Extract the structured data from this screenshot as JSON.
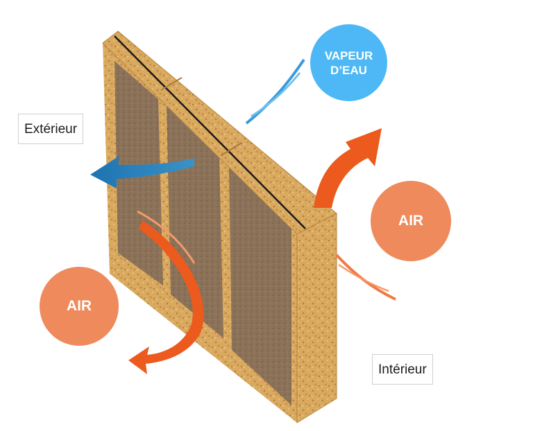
{
  "labels": {
    "exterior": "Extérieur",
    "interior": "Intérieur"
  },
  "bubbles": {
    "vapeur_line1": "VAPEUR",
    "vapeur_line2": "D’EAU",
    "air_right": "AIR",
    "air_left": "AIR"
  },
  "colors": {
    "osb": "#d8a65c",
    "insulation": "#8a7158",
    "vapour_blue": "#4db8f5",
    "vapour_arrow": "#2a7fb8",
    "air_bubble": "#ee8a5c",
    "air_arrow": "#ec5a1e"
  }
}
